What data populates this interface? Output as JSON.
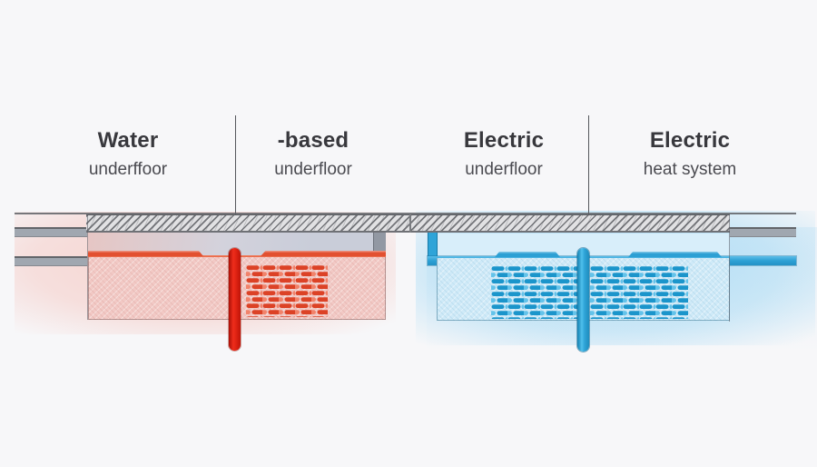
{
  "columns": [
    {
      "heading": "Water",
      "subheading": "underffoor"
    },
    {
      "heading": "-based",
      "subheading": "underfloor"
    },
    {
      "heading": "Electric",
      "subheading": "underfloor"
    },
    {
      "heading": "Electric",
      "subheading": "heat system"
    }
  ],
  "colors": {
    "background": "#f7f7f9",
    "label_text": "#38383d",
    "sublabel_text": "#4a4a50",
    "divider": "#55575c",
    "structure_line": "#5f6166",
    "hatch_fill": "#e1e1e3",
    "hatch_stroke": "#595b60",
    "gray_bar": "#a0a7b0",
    "gray_bar_edge": "#62656a",
    "screed_left": "#c9cdd9",
    "screed_frame": "#9298a3",
    "water_glow": "rgba(242,104,82,0.26)",
    "water_band": "#e25030",
    "water_insulation": "#f2c9c5",
    "water_pipe": "#e02414",
    "water_coil": "#dc4226",
    "water_coil_light": "#f1826a",
    "electric_glow": "rgba(110,198,242,0.5)",
    "electric_screed": "#d8eefa",
    "electric_band": "#2da0d4",
    "electric_insulation": "#cfeaf8",
    "electric_pipe": "#2fa4d8",
    "electric_coil": "#1b95cb",
    "electric_coil_light": "#64c3ea"
  }
}
